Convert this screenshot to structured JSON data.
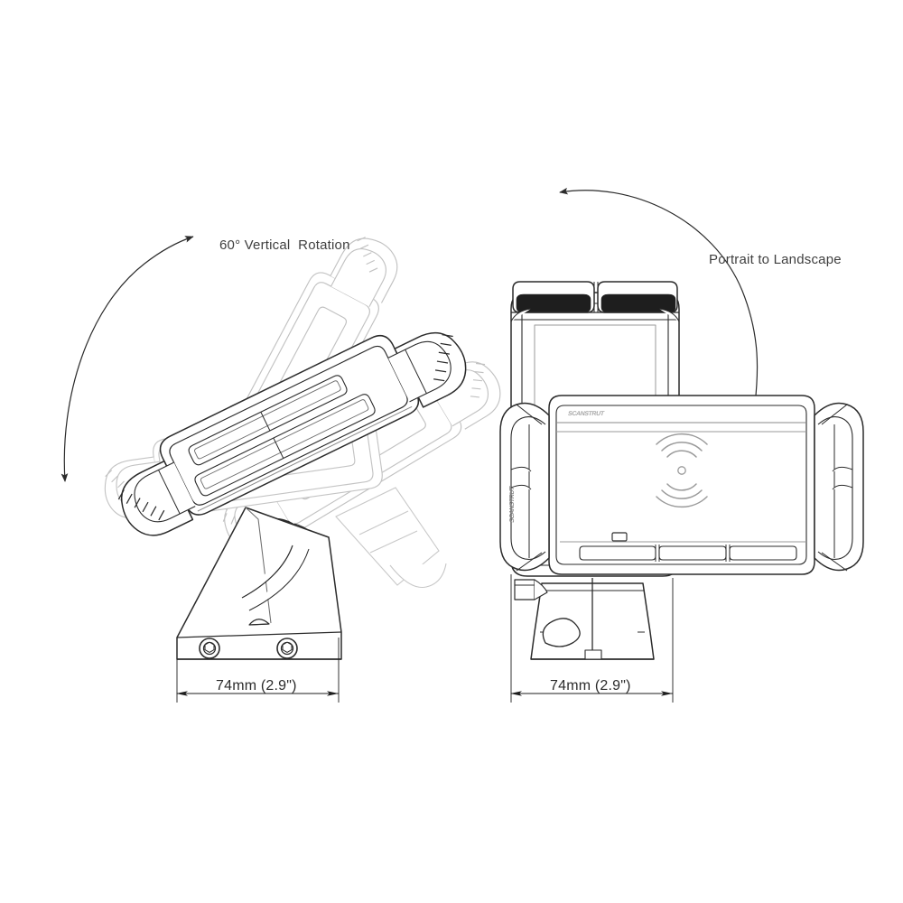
{
  "document": {
    "type": "technical-line-drawing",
    "subject": "Adjustable phone / tablet holder with pedestal mount",
    "background_color": "#ffffff",
    "line_color": "#2b2b2b",
    "ghost_line_color": "#b9b9b9",
    "text_color": "#3f3f3f"
  },
  "views": {
    "left": {
      "name": "side-view-vertical-rotation",
      "annotation": {
        "label": "60° Vertical  Rotation",
        "arrow": "double-headed-arc",
        "arc_sweep_degrees": 60
      },
      "dimension": {
        "label": "74mm (2.9\")",
        "value_mm": 74,
        "value_inch": 2.9,
        "orientation": "horizontal"
      },
      "positions": [
        "ghost-upper",
        "ghost-mid",
        "solid-main",
        "ghost-lower"
      ]
    },
    "right": {
      "name": "front-view-portrait-landscape",
      "annotation": {
        "label": "Portrait to Landscape",
        "arrow": "double-headed-arc",
        "arc_sweep_degrees": 90
      },
      "dimension": {
        "label": "74mm (2.9\")",
        "value_mm": 74,
        "value_inch": 2.9,
        "orientation": "horizontal"
      },
      "icons": [
        {
          "name": "wireless-charging-icon",
          "label": "wireless charging"
        }
      ],
      "brand_marks": [
        {
          "name": "brand-logo-horizontal",
          "text": "SCANSTRUT"
        },
        {
          "name": "brand-logo-vertical",
          "text": "SCANSTRUT"
        }
      ]
    }
  },
  "colors": {
    "stroke_dark": "#2b2b2b",
    "stroke_mid": "#6e6e6e",
    "stroke_light": "#b9b9b9",
    "stroke_ghost": "#c8c8c8",
    "fill_white": "#ffffff",
    "fill_grip": "#1e1e1e",
    "icon_gray": "#8c8c8c"
  }
}
